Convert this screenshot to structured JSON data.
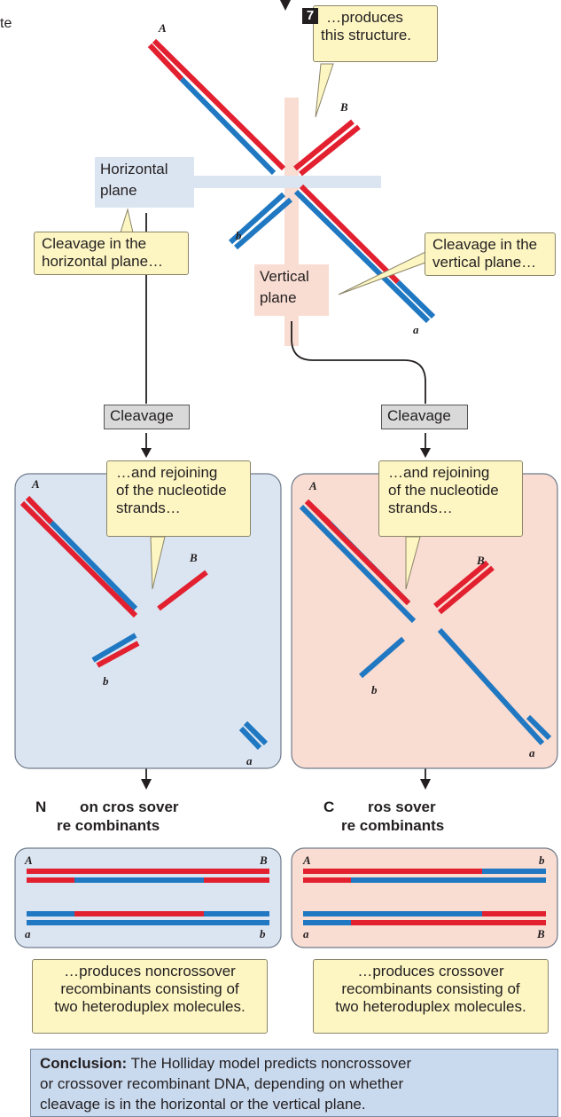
{
  "fragment": "te",
  "step7": {
    "number": "7",
    "line1": "…produces",
    "line2": "this structure."
  },
  "planes": {
    "horizontal_1": "Horizontal",
    "horizontal_2": "plane",
    "vertical_1": "Vertical",
    "vertical_2": "plane"
  },
  "callouts": {
    "cleave_h_1": "Cleavage in the",
    "cleave_h_2": "horizontal plane…",
    "cleave_v_1": "Cleavage in the",
    "cleave_v_2": "vertical plane…",
    "rejoin_1": "…and rejoining",
    "rejoin_2": "of the nucleotide",
    "rejoin_3": "strands…"
  },
  "cleavage_label": "Cleavage",
  "strand_labels": {
    "A": "A",
    "B": "B",
    "a": "a",
    "b": "b"
  },
  "results": {
    "noncross_1": "N        on cros sover",
    "noncross_2": "re combinants",
    "cross_1": "C        ros sover",
    "cross_2": "re combinants"
  },
  "produces": {
    "noncross_1": "…produces noncrossover",
    "noncross_2": "recombinants consisting of",
    "noncross_3": "two heteroduplex molecules.",
    "cross_1": "…produces crossover",
    "cross_2": "recombinants consisting of",
    "cross_3": "two heteroduplex molecules."
  },
  "conclusion": {
    "label": "Conclusion:",
    "line1": " The Holliday model predicts noncrossover",
    "line2": "or crossover recombinant DNA, depending on whether",
    "line3": "cleavage is in the horizontal or the vertical plane."
  },
  "colors": {
    "red": "#e2202f",
    "blue": "#1f78c1",
    "panel_blue": "#dbe5f2",
    "panel_pink": "#f9dcd2",
    "callout": "#fdf6c3"
  }
}
